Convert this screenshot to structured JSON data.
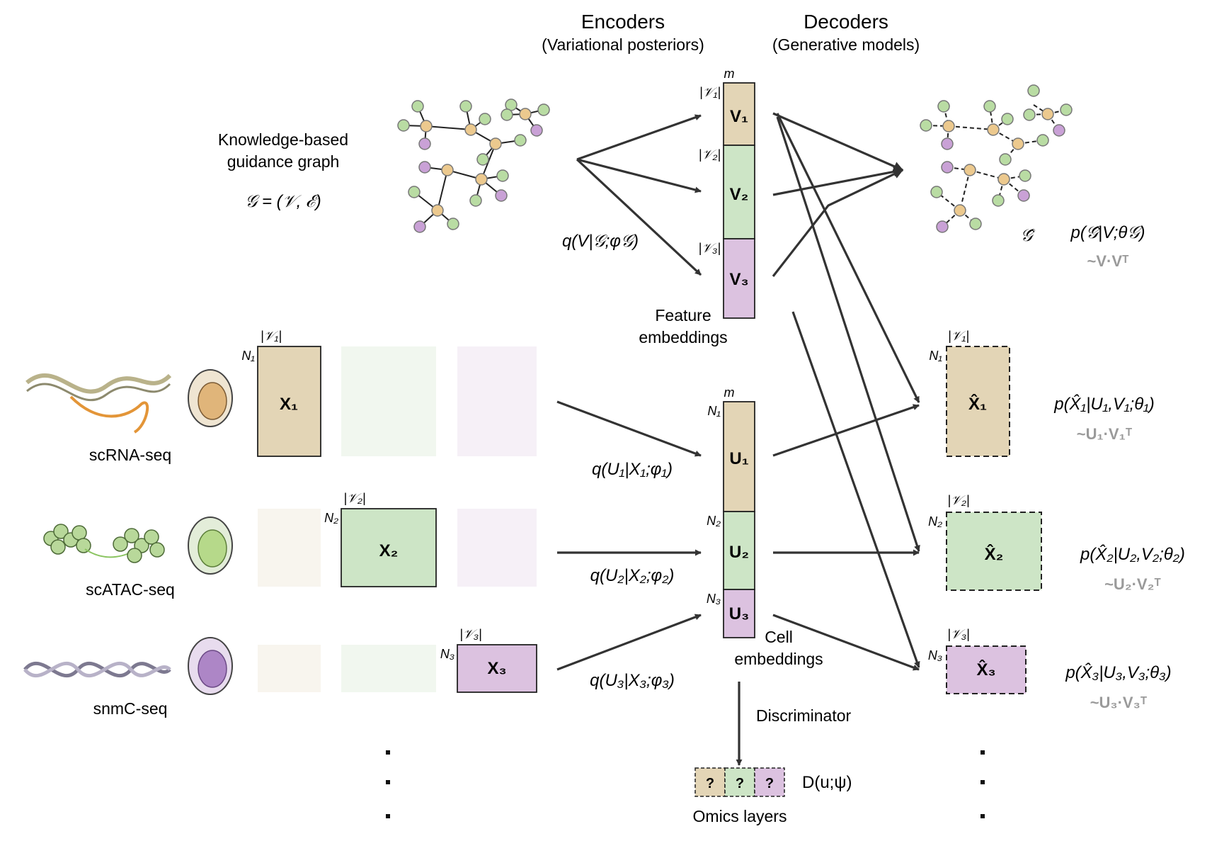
{
  "colors": {
    "tan": "#e3d5b6",
    "green": "#cde5c6",
    "purple": "#dcc2e0",
    "tan_faint": "#f8f5ee",
    "green_faint": "#f1f7ef",
    "purple_faint": "#f6f0f7",
    "node_tan": "#ecc98e",
    "node_green": "#b9dca3",
    "node_purple": "#c9a1d6",
    "arrow": "#333333",
    "grey_text": "#9a9a9a"
  },
  "headers": {
    "encoders": "Encoders",
    "encoders_sub": "(Variational posteriors)",
    "decoders": "Decoders",
    "decoders_sub": "(Generative models)"
  },
  "graph": {
    "label_line1": "Knowledge-based",
    "label_line2": "guidance graph",
    "formula": "𝒢 = (𝒱, ℰ)",
    "posterior": "q(V|𝒢;φ𝒢)",
    "recon_symbol": "𝒢̂",
    "recon_prob": "p(𝒢̂|V;θ𝒢)",
    "recon_approx": "~V·Vᵀ"
  },
  "feature_embeddings": {
    "dim": "m",
    "caption_line1": "Feature",
    "caption_line2": "embeddings",
    "blocks": [
      {
        "label": "V₁",
        "size": "|𝒱₁|"
      },
      {
        "label": "V₂",
        "size": "|𝒱₂|"
      },
      {
        "label": "V₃",
        "size": "|𝒱₃|"
      }
    ]
  },
  "cell_embeddings": {
    "dim": "m",
    "caption_line1": "Cell",
    "caption_line2": "embeddings",
    "blocks": [
      {
        "label": "U₁",
        "size": "N₁"
      },
      {
        "label": "U₂",
        "size": "N₂"
      },
      {
        "label": "U₃",
        "size": "N₃"
      }
    ]
  },
  "modalities": [
    {
      "name": "scRNA-seq",
      "matrix": "X₁",
      "rows": "N₁",
      "cols": "|𝒱₁|",
      "posterior": "q(U₁|X₁;φ₁)",
      "recon": "X̂₁",
      "recon_rows": "N₁",
      "recon_cols": "|𝒱₁|",
      "likelihood": "p(X̂₁|U₁,V₁;θ₁)",
      "approx": "~U₁·V₁ᵀ"
    },
    {
      "name": "scATAC-seq",
      "matrix": "X₂",
      "rows": "N₂",
      "cols": "|𝒱₂|",
      "posterior": "q(U₂|X₂;φ₂)",
      "recon": "X̂₂",
      "recon_rows": "N₂",
      "recon_cols": "|𝒱₂|",
      "likelihood": "p(X̂₂|U₂,V₂;θ₂)",
      "approx": "~U₂·V₂ᵀ"
    },
    {
      "name": "snmC-seq",
      "matrix": "X₃",
      "rows": "N₃",
      "cols": "|𝒱₃|",
      "posterior": "q(U₃|X₃;φ₃)",
      "recon": "X̂₃",
      "recon_rows": "N₃",
      "recon_cols": "|𝒱₃|",
      "likelihood": "p(X̂₃|U₃,V₃;θ₃)",
      "approx": "~U₃·V₃ᵀ"
    }
  ],
  "discriminator": {
    "label": "Discriminator",
    "formula": "D(u;ψ)",
    "box_marks": [
      "?",
      "?",
      "?"
    ],
    "caption": "Omics layers"
  },
  "ellipsis_dots": [
    "·",
    "·",
    "·"
  ]
}
